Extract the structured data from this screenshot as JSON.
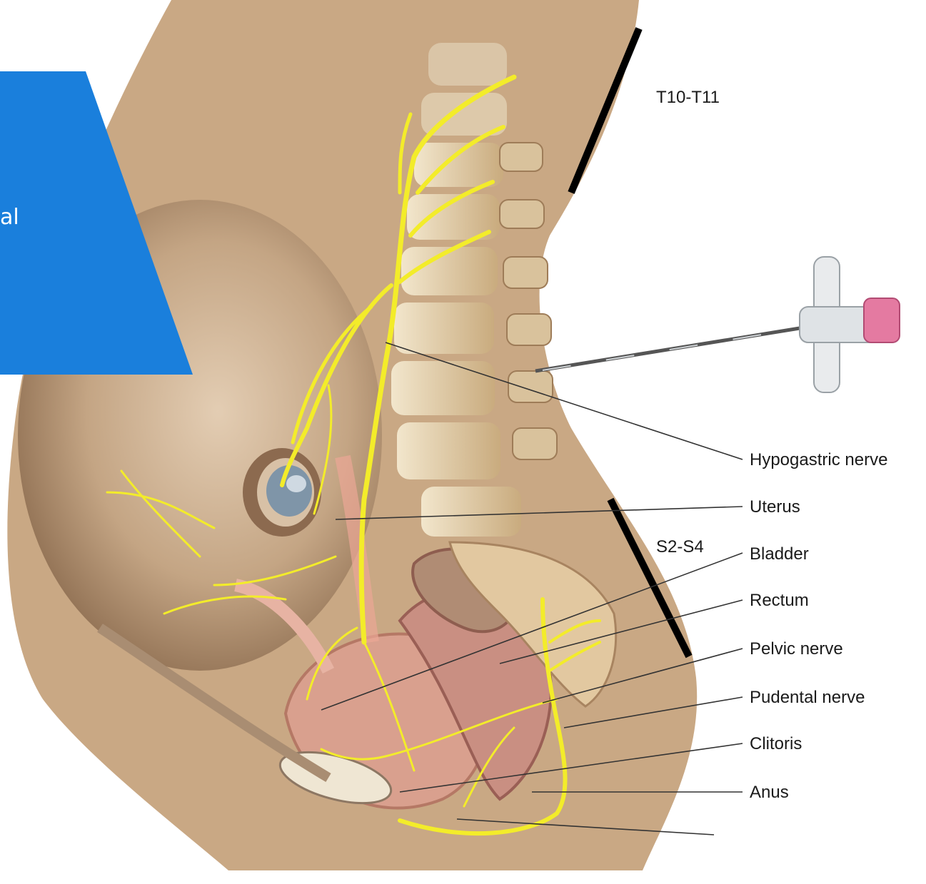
{
  "banner": {
    "text_fragment": "al",
    "color": "#1a7fdc"
  },
  "segments": {
    "upper": "T10-T11",
    "lower": "S2-S4"
  },
  "labels": [
    "Hypogastric nerve",
    "Uterus",
    "Bladder",
    "Rectum",
    "Pelvic nerve",
    "Pudental nerve",
    "Clitoris",
    "Anus"
  ],
  "colors": {
    "skin": "#c8a783",
    "uterus": "#b99a7c",
    "nerve": "#f4ee2a",
    "bone": "#e8d6b3",
    "organ_pink": "#d89a8a",
    "leader": "#333333"
  },
  "icons": [
    "spinal-needle-icon"
  ]
}
